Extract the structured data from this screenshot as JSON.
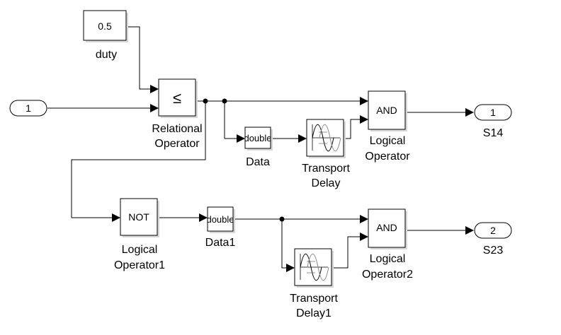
{
  "blocks": {
    "duty": {
      "value": "0.5",
      "label": "duty"
    },
    "inport1": {
      "value": "1"
    },
    "relational_operator": {
      "symbol": "≤",
      "label_line1": "Relational",
      "label_line2": "Operator"
    },
    "data": {
      "text": "double",
      "label": "Data"
    },
    "transport_delay": {
      "label_line1": "Transport",
      "label_line2": "Delay"
    },
    "logical_operator": {
      "text": "AND",
      "label_line1": "Logical",
      "label_line2": "Operator"
    },
    "outport_s14": {
      "value": "1",
      "label": "S14"
    },
    "logical_operator1": {
      "text": "NOT",
      "label_line1": "Logical",
      "label_line2": "Operator1"
    },
    "data1": {
      "text": "double",
      "label": "Data1"
    },
    "transport_delay1": {
      "label_line1": "Transport",
      "label_line2": "Delay1"
    },
    "logical_operator2": {
      "text": "AND",
      "label_line1": "Logical",
      "label_line2": "Operator2"
    },
    "outport_s23": {
      "value": "2",
      "label": "S23"
    }
  }
}
